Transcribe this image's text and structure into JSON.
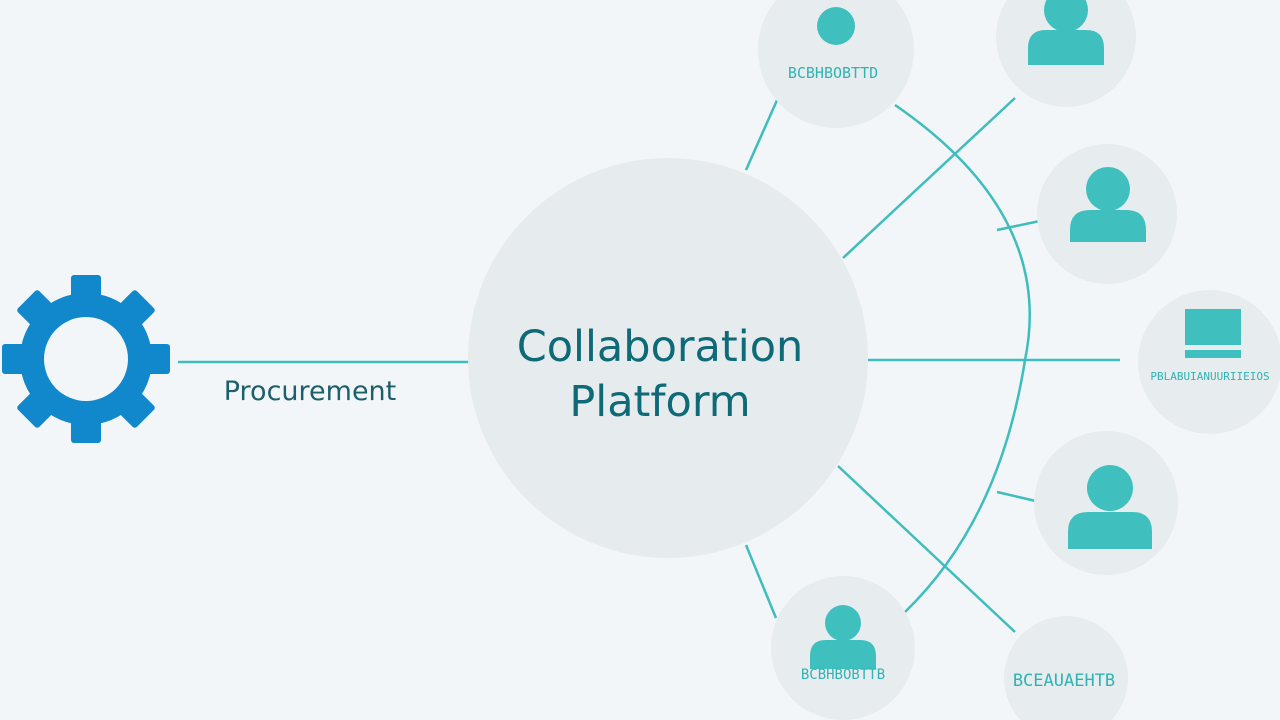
{
  "hub": {
    "line1": "Collaboration",
    "line2": "Platform"
  },
  "procurement": {
    "label": "Procurement"
  },
  "nodes": {
    "top": {
      "label": "BCBHBOBTTD"
    },
    "desktop": {
      "label": "PBLABUIANUURIIEIOS"
    },
    "bottom": {
      "label": "BCBHBOBTTB"
    },
    "bottom_right": {
      "label": "BCEAUAEHTB"
    }
  },
  "colors": {
    "accent": "#3fc0bf",
    "line": "#3fbdbd",
    "gear": "#1187cc",
    "hub_text": "#0f6a78",
    "background": "#f2f6f8"
  },
  "icons": {
    "gear": "gear-icon",
    "person": "person-icon",
    "monitor": "monitor-icon"
  }
}
